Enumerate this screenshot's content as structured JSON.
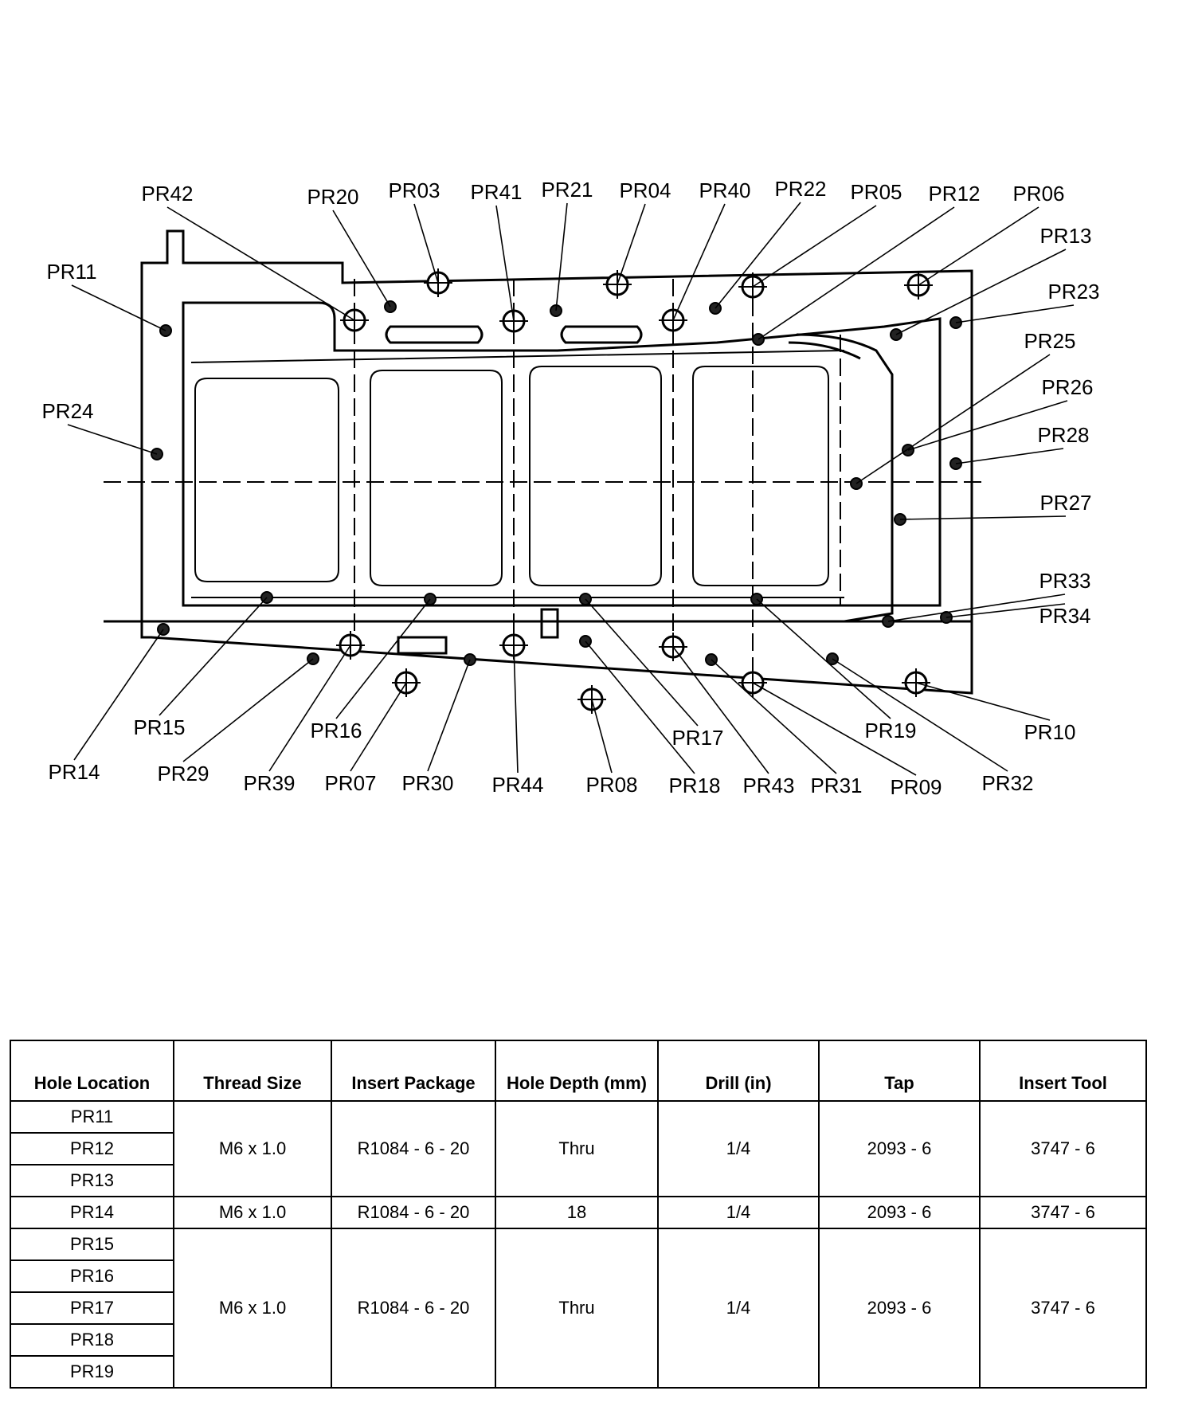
{
  "diagram": {
    "labels": [
      "PR42",
      "PR20",
      "PR03",
      "PR41",
      "PR21",
      "PR04",
      "PR40",
      "PR22",
      "PR05",
      "PR12",
      "PR06",
      "PR13",
      "PR11",
      "PR23",
      "PR25",
      "PR26",
      "PR24",
      "PR28",
      "PR27",
      "PR33",
      "PR34",
      "PR15",
      "PR16",
      "PR17",
      "PR19",
      "PR10",
      "PR14",
      "PR29",
      "PR39",
      "PR07",
      "PR30",
      "PR44",
      "PR08",
      "PR18",
      "PR43",
      "PR31",
      "PR09",
      "PR32"
    ]
  },
  "table": {
    "headers": [
      "Hole Location",
      "Thread Size",
      "Insert Package",
      "Hole Depth (mm)",
      "Drill (in)",
      "Tap",
      "Insert Tool"
    ],
    "groups": [
      {
        "holes": [
          "PR11",
          "PR12",
          "PR13"
        ],
        "thread": "M6 x 1.0",
        "package": "R1084 - 6 - 20",
        "depth": "Thru",
        "drill": "1/4",
        "tap": "2093 - 6",
        "tool": "3747 - 6"
      },
      {
        "holes": [
          "PR14"
        ],
        "thread": "M6 x 1.0",
        "package": "R1084 - 6 - 20",
        "depth": "18",
        "drill": "1/4",
        "tap": "2093 - 6",
        "tool": "3747 - 6"
      },
      {
        "holes": [
          "PR15",
          "PR16",
          "PR17",
          "PR18",
          "PR19"
        ],
        "thread": "M6 x 1.0",
        "package": "R1084 - 6 - 20",
        "depth": "Thru",
        "drill": "1/4",
        "tap": "2093 - 6",
        "tool": "3747 - 6"
      }
    ]
  }
}
